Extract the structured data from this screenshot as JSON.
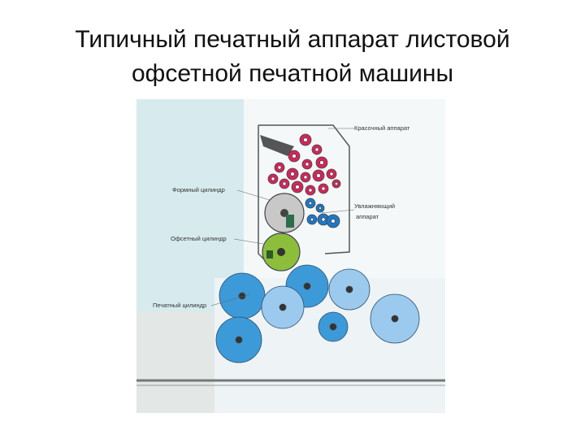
{
  "title": {
    "line1": "Типичный печатный аппарат листовой",
    "line2": "офсетной печатной машины"
  },
  "diagram": {
    "labels": {
      "inking_unit": "Красочный аппарат",
      "plate_cylinder": "Формный цилиндр",
      "dampening_unit_line1": "Увлажняющий",
      "dampening_unit_line2": "аппарат",
      "blanket_cylinder": "Офсетный цилиндр",
      "impression_cylinder": "Печатный цилиндр"
    },
    "colors": {
      "ink_rollers": "#d6245a",
      "plate_cylinder": "#c8c8c8",
      "dampening_rollers": "#1e78c8",
      "blanket_cylinder": "#8cbe3c",
      "impression_cylinders": "#3c9ad8",
      "transfer_cylinders": "#9ccaee",
      "background_tint": "#d7ebee"
    }
  }
}
